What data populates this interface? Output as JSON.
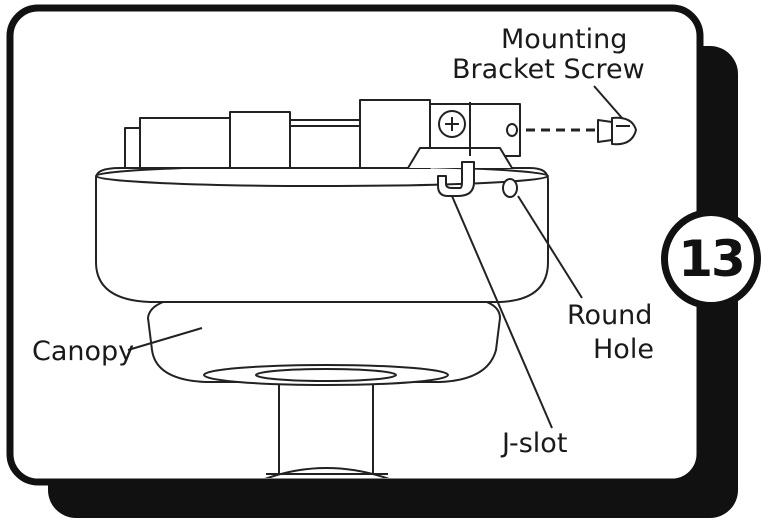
{
  "step": {
    "number": "13"
  },
  "labels": {
    "mounting_bracket_screw_line1": "Mounting",
    "mounting_bracket_screw_line2": "Bracket Screw",
    "round_hole_line1": "Round",
    "round_hole_line2": "Hole",
    "canopy": "Canopy",
    "j_slot": "J-slot"
  },
  "colors": {
    "frame_outline": "#111111",
    "frame_shadow": "#111111",
    "line_art": "#222222",
    "fill": "#ffffff"
  }
}
